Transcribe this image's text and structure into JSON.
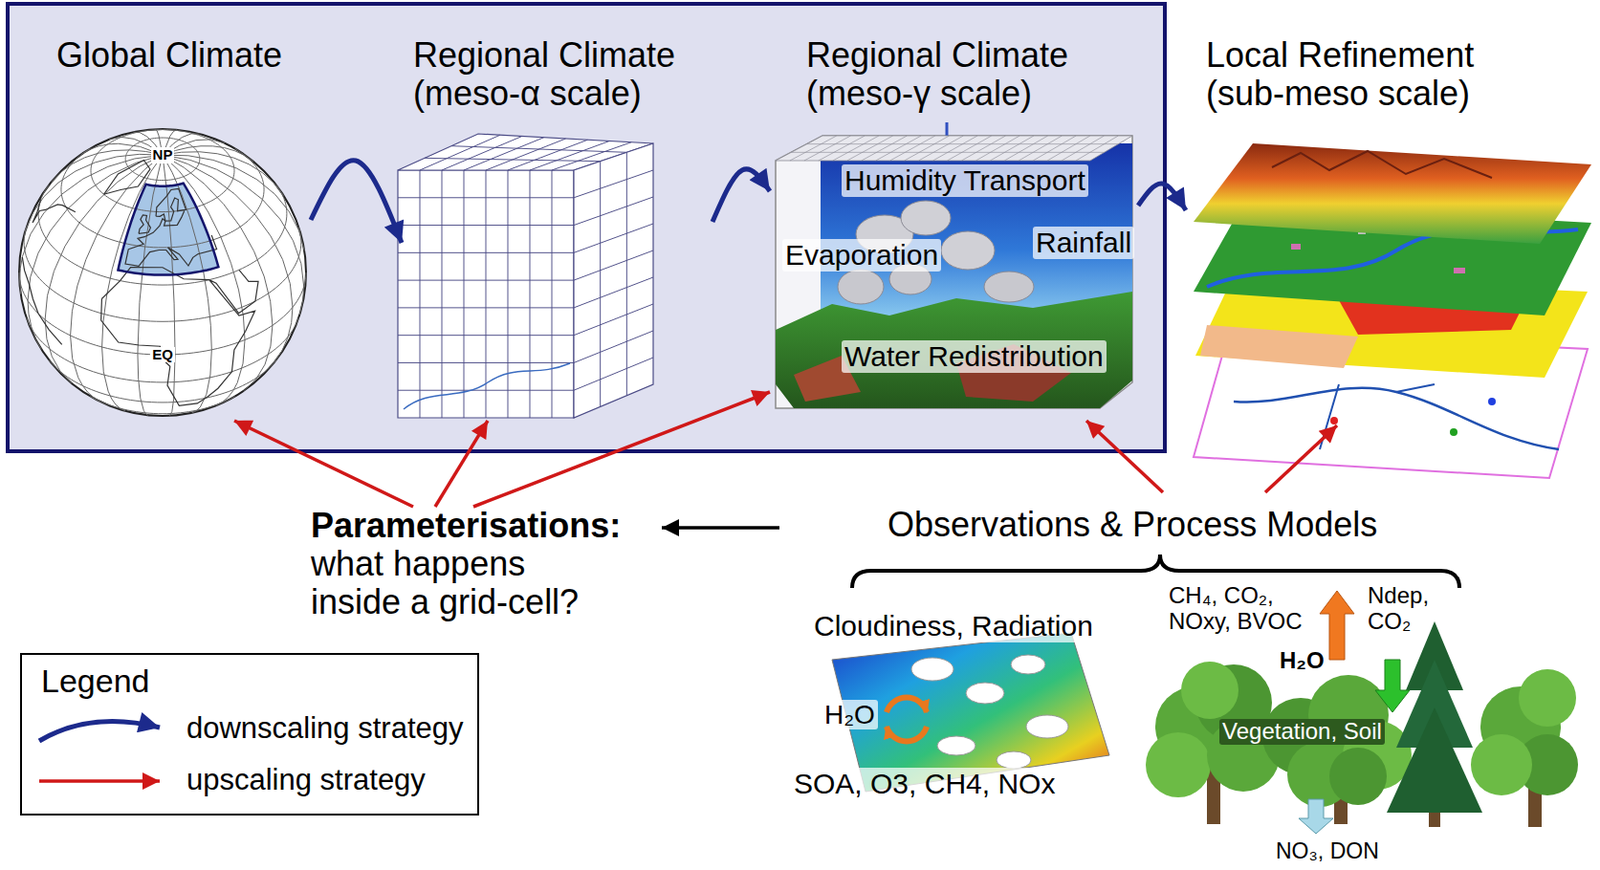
{
  "diagram": {
    "nodes": [
      {
        "text": [
          "Global Climate"
        ]
      },
      {
        "text": [
          "Regional Climate (meso-α scale)"
        ]
      },
      {
        "text": [
          "Regional Climate (meso-γ scale)",
          "Humidity Transport",
          "Evaporation",
          "Rainfall",
          "Water Redistribution"
        ]
      },
      {
        "text": [
          "Local Refinement (sub-meso scale)"
        ]
      },
      {
        "text": [
          "Parameterisations:",
          "what happens inside a grid-cell?"
        ]
      },
      {
        "text": [
          "Observations & Process Models"
        ]
      },
      {
        "text": [
          "Cloudiness, Radiation",
          "H₂O",
          "SOA, O3, CH4, NOx"
        ],
        "in": 5
      },
      {
        "text": [
          "CH₄, CO₂, NOxy, BVOC",
          "Ndep, CO₂",
          "H₂O",
          "Vegetation, Soil",
          "NO₃, DON"
        ],
        "in": 5
      }
    ],
    "edges": [
      {
        "from": 0,
        "to": 1,
        "arrow": "to"
      },
      {
        "from": 1,
        "to": 2,
        "arrow": "to"
      },
      {
        "from": 2,
        "to": 3,
        "arrow": "to"
      },
      {
        "from": 4,
        "to": 0,
        "arrow": "to"
      },
      {
        "from": 4,
        "to": 1,
        "arrow": "to"
      },
      {
        "from": 4,
        "to": 2,
        "arrow": "to"
      },
      {
        "from": 5,
        "to": 2,
        "arrow": "to"
      },
      {
        "from": 5,
        "to": 3,
        "arrow": "to"
      },
      {
        "from": 5,
        "to": 4,
        "arrow": "to"
      }
    ],
    "labels": [
      "NP",
      "EQ",
      "Legend"
    ],
    "legend": [
      {
        "text": "downscaling strategy"
      },
      {
        "text": "upscaling strategy"
      }
    ]
  }
}
